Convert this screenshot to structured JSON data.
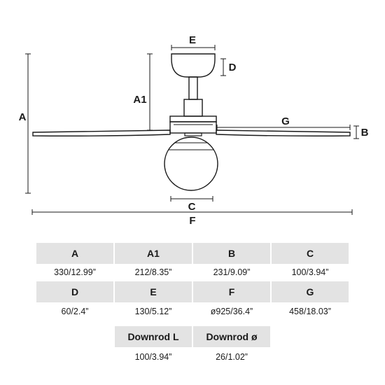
{
  "diagram": {
    "labels": {
      "A": "A",
      "A1": "A1",
      "B": "B",
      "C": "C",
      "D": "D",
      "E": "E",
      "F": "F",
      "G": "G"
    }
  },
  "table": {
    "rows": [
      {
        "cells": [
          {
            "header": "A",
            "value": "330/12.99”"
          },
          {
            "header": "A1",
            "value": "212/8.35”"
          },
          {
            "header": "B",
            "value": "231/9.09”"
          },
          {
            "header": "C",
            "value": "100/3.94”"
          }
        ]
      },
      {
        "cells": [
          {
            "header": "D",
            "value": "60/2.4”"
          },
          {
            "header": "E",
            "value": "130/5.12”"
          },
          {
            "header": "F",
            "value": "ø925/36.4”"
          },
          {
            "header": "G",
            "value": "458/18.03”"
          }
        ]
      },
      {
        "cells": [
          {
            "header": "Downrod L",
            "value": "100/3.94”"
          },
          {
            "header": "Downrod ø",
            "value": "26/1.02”"
          }
        ]
      }
    ]
  }
}
